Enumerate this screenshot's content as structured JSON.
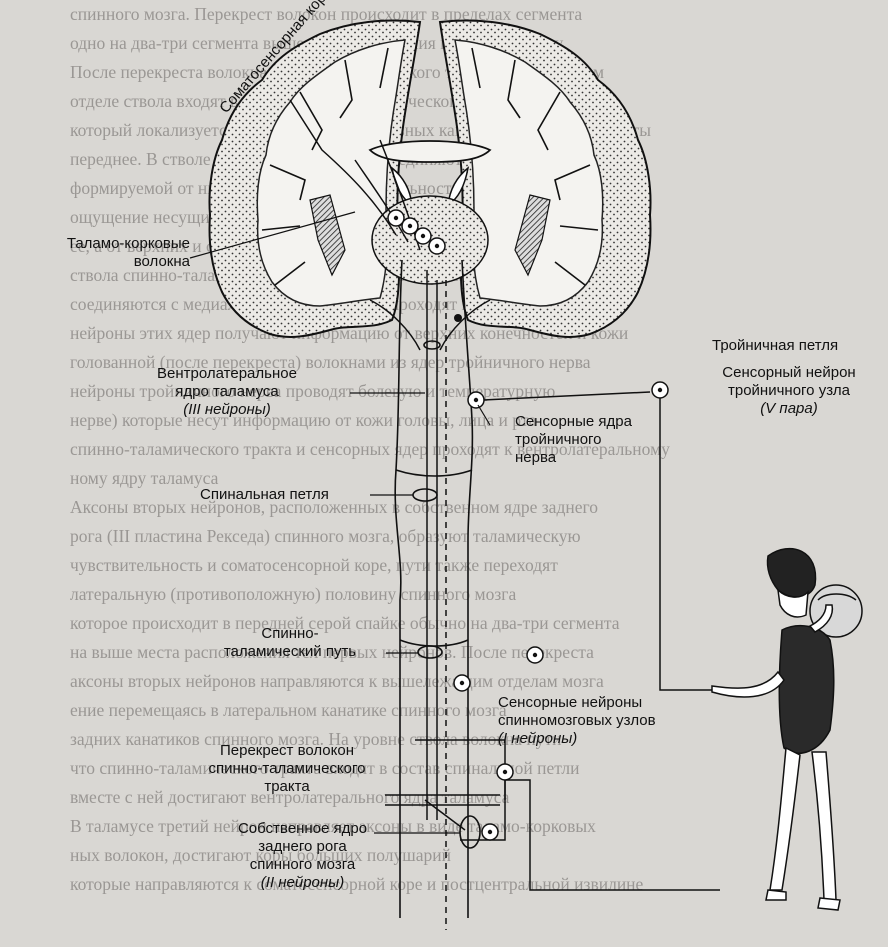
{
  "labels": {
    "somatosensory_cortex": "Соматосенсорная кора",
    "thalamocortical_l1": "Таламо-корковые",
    "thalamocortical_l2": "волокна",
    "trigeminal_lemniscus": "Тройничная петля",
    "vpl_l1": "Вентролатеральное",
    "vpl_l2": "ядро таламуса",
    "vpl_l3": "(III нейроны)",
    "trig_neuron_l1": "Сенсорный нейрон",
    "trig_neuron_l2": "тройничного узла",
    "trig_neuron_l3": "(V пара)",
    "trig_nuclei_l1": "Сенсорные ядра",
    "trig_nuclei_l2": "тройничного",
    "trig_nuclei_l3": "нерва",
    "spinal_lemniscus": "Спинальная петля",
    "spinothal_l1": "Спинно-",
    "spinothal_l2": "таламический путь",
    "decussation_l1": "Перекрест волокон",
    "decussation_l2": "спинно-таламического",
    "decussation_l3": "тракта",
    "drg_l1": "Сенсорные нейроны",
    "drg_l2": "спинномозговых узлов",
    "drg_l3": "(I нейроны)",
    "dorsal_horn_l1": "Собственное ядро",
    "dorsal_horn_l2": "заднего рога",
    "dorsal_horn_l3": "спинного мозга",
    "dorsal_horn_l4": "(II нейроны)"
  },
  "background_text": [
    "спинного мозга. Перекрест волокон происходит в пределах сегмента",
    "одно на два-три сегмента выше места вхождения их сзади наружу",
    "После перекреста волокна спинно-таламического тракта в латеральном",
    "отделе ствола входят в состав спинно-таламического пути",
    "который локализуется в передних и латеральных канатиках и образуют ленты",
    "переднее. В стволе мозга эти волокна присоединяются к медиальной петле",
    "формируемой от низших отделов, чувствительность тела, боль и температура",
    "ощущение несущих информацию от кожи и внутренних органов",
    "ее, а от верхних и средних отделов идут к соматосенсорной коре",
    "ствола спинно-таламические волокна вместе с путями тройничного нерва",
    "соединяются с медиальной петлей и затем проходят в таламус",
    "нейроны этих ядер получают информацию от верхних конечностей и кожи",
    "голованной (после перекреста) волокнами из ядер тройничного нерва",
    "нейроны тройничного нерва проводят болевую и температурную",
    "нерве) которые несут информацию от кожи головы, лица и рта",
    "спинно-таламического тракта и сенсорных ядер проходят к вентролатеральному",
    "ному ядру таламуса",
    "Аксоны вторых нейронов, расположенных в собственном ядре заднего",
    "рога (III пластина Рекседа) спинного мозга, образуют таламическую",
    "чувствительность и соматосенсорной коре, пути также переходят",
    "латеральную (противоположную) половину спинного мозга",
    "которое происходит в передней серой спайке обычно на два-три сегмента",
    "на выше места расположения тел первых нейронов. После перекреста",
    "аксоны вторых нейронов направляются к вышележащим отделам мозга",
    "ение перемещаясь в латеральном канатике спинного мозга",
    "задних канатиков спинного мозга. На уровне ствола волокна пути",
    "что спинно-таламического тракта входят в состав спинальной петли",
    "вместе с ней достигают вентролатерального ядра таламуса",
    "В таламусе третий нейрон направляет аксоны в виде таламо-корковых",
    "ных волокон, достигают коры больших полушарий",
    "которые направляются к соматосенсорной коре и постцентральной извилине"
  ]
}
